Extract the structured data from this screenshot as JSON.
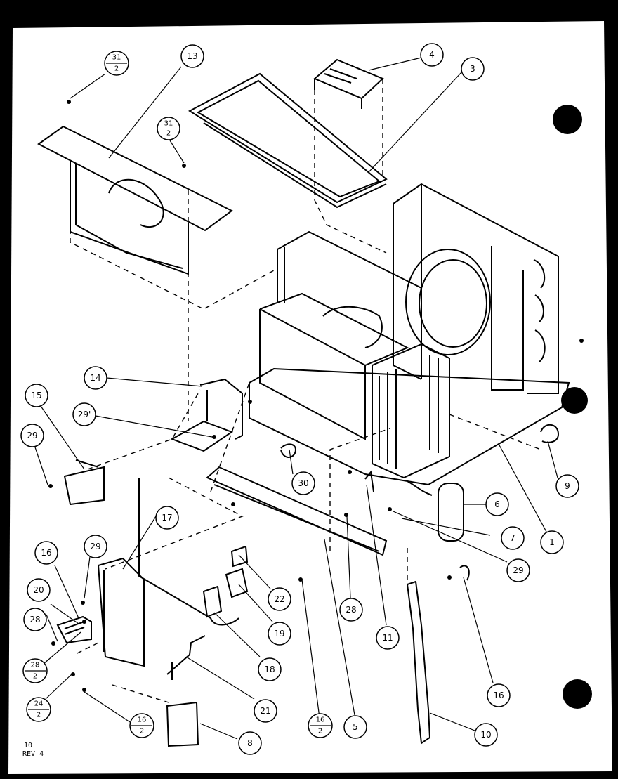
{
  "callouts": {
    "c13": "13",
    "c4": "4",
    "c3": "3",
    "c14": "14",
    "c15": "15",
    "c29a": "29",
    "c29b": "29'",
    "c29c": "29",
    "c29d": "29",
    "c30": "30",
    "c9": "9",
    "c6": "6",
    "c7": "7",
    "c1": "1",
    "c17": "17",
    "c16a": "16",
    "c16b": "16",
    "c20": "20",
    "c28a": "28",
    "c28b": "28",
    "c22": "22",
    "c19": "19",
    "c18": "18",
    "c21": "21",
    "c11": "11",
    "c5": "5",
    "c8": "8",
    "c10": "10"
  },
  "fractions": {
    "f31a": {
      "num": "31",
      "den": "2"
    },
    "f31b": {
      "num": "31",
      "den": "2"
    },
    "f28": {
      "num": "28",
      "den": "2"
    },
    "f24": {
      "num": "24",
      "den": "2"
    },
    "f16a": {
      "num": "16",
      "den": "2"
    },
    "f16b": {
      "num": "16",
      "den": "2"
    }
  },
  "revision": {
    "line1": "10",
    "line2": "REV 4"
  }
}
